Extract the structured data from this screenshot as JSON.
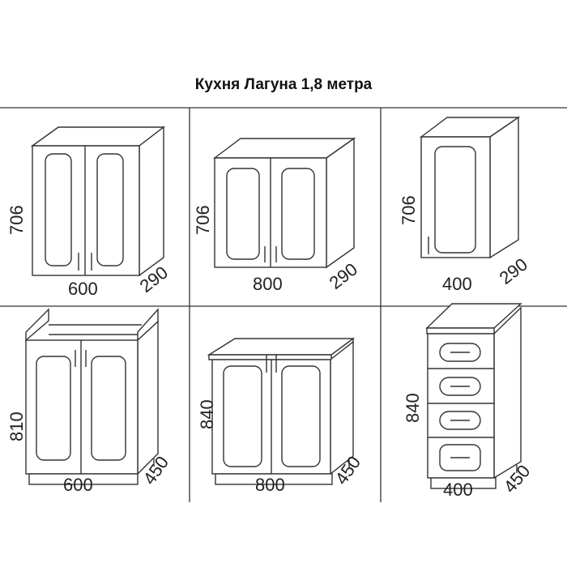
{
  "title": "Кухня Лагуна 1,8 метра",
  "cabinets": [
    {
      "name": "wall-cabinet-600",
      "height": "706",
      "width": "600",
      "depth": "290"
    },
    {
      "name": "wall-cabinet-800",
      "height": "706",
      "width": "800",
      "depth": "290"
    },
    {
      "name": "wall-cabinet-400",
      "height": "706",
      "width": "400",
      "depth": "290"
    },
    {
      "name": "sink-base-cabinet-600",
      "height": "810",
      "width": "600",
      "depth": "450"
    },
    {
      "name": "base-cabinet-800",
      "height": "840",
      "width": "800",
      "depth": "450"
    },
    {
      "name": "drawer-base-cabinet-400",
      "height": "840",
      "width": "400",
      "depth": "450"
    }
  ]
}
